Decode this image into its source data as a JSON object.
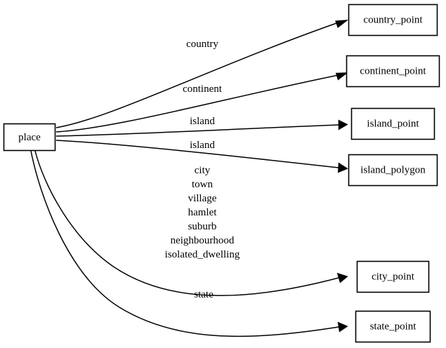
{
  "diagram": {
    "type": "directed-graph",
    "orientation": "left-to-right",
    "background_color": "#ffffff",
    "line_color": "#000000",
    "node_fill_color": "#ffffff",
    "source_node": {
      "id": "place",
      "label": "place"
    },
    "target_nodes": [
      {
        "id": "country_point",
        "label": "country_point"
      },
      {
        "id": "continent_point",
        "label": "continent_point"
      },
      {
        "id": "island_point",
        "label": "island_point"
      },
      {
        "id": "island_polygon",
        "label": "island_polygon"
      },
      {
        "id": "city_point",
        "label": "city_point"
      },
      {
        "id": "state_point",
        "label": "state_point"
      }
    ],
    "edges": [
      {
        "from": "place",
        "to": "country_point",
        "label": "country",
        "label_lines": [
          "country"
        ]
      },
      {
        "from": "place",
        "to": "continent_point",
        "label": "continent",
        "label_lines": [
          "continent"
        ]
      },
      {
        "from": "place",
        "to": "island_point",
        "label": "island",
        "label_lines": [
          "island"
        ]
      },
      {
        "from": "place",
        "to": "island_polygon",
        "label": "island",
        "label_lines": [
          "island"
        ]
      },
      {
        "from": "place",
        "to": "city_point",
        "label": "city town village hamlet suburb neighbourhood isolated_dwelling",
        "label_lines": [
          "city",
          "town",
          "village",
          "hamlet",
          "suburb",
          "neighbourhood",
          "isolated_dwelling"
        ]
      },
      {
        "from": "place",
        "to": "state_point",
        "label": "state",
        "label_lines": [
          "state"
        ]
      }
    ],
    "edge_label_text": {
      "country": "country",
      "continent": "continent",
      "island_point": "island",
      "island_polygon": "island",
      "city_line_1": "city",
      "city_line_2": "town",
      "city_line_3": "village",
      "city_line_4": "hamlet",
      "city_line_5": "suburb",
      "city_line_6": "neighbourhood",
      "city_line_7": "isolated_dwelling",
      "state": "state"
    }
  }
}
